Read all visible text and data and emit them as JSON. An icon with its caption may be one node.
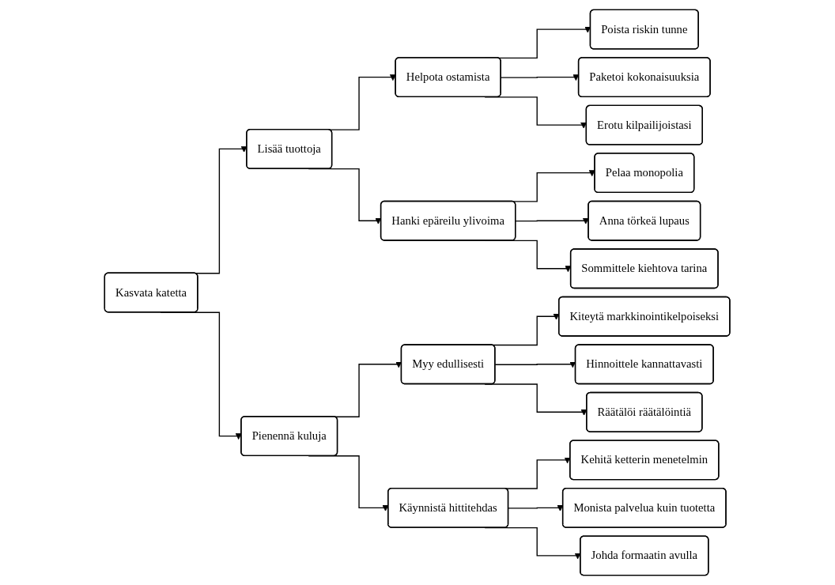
{
  "diagram": {
    "nodes": [
      {
        "text": [
          "Lisää tuottoja"
        ]
      },
      {
        "text": [
          "Kasvata katetta"
        ]
      },
      {
        "text": [
          "Pienennä kuluja"
        ]
      },
      {
        "text": [
          "Helpota ostamista"
        ]
      },
      {
        "text": [
          "Poista riskin tunne"
        ]
      },
      {
        "text": [
          "Paketoi kokonaisuuksia"
        ]
      },
      {
        "text": [
          "Erotu kilpailijoistasi"
        ]
      },
      {
        "text": [
          "Hanki epäreilu ylivoima"
        ]
      },
      {
        "text": [
          "Pelaa monopolia"
        ]
      },
      {
        "text": [
          "Anna törkeä lupaus"
        ]
      },
      {
        "text": [
          "Sommittele kiehtova tarina"
        ]
      },
      {
        "text": [
          "Myy edullisesti"
        ]
      },
      {
        "text": [
          "Kiteytä markkinointikelpoiseksi"
        ]
      },
      {
        "text": [
          "Hinnoittele kannattavasti"
        ]
      },
      {
        "text": [
          "Räätälöi räätälöintiä"
        ]
      },
      {
        "text": [
          "Käynnistä hittitehdas"
        ]
      },
      {
        "text": [
          "Kehitä ketterin menetelmin"
        ]
      },
      {
        "text": [
          "Monista palvelua kuin tuotetta"
        ]
      },
      {
        "text": [
          "Johda formaatin avulla"
        ]
      }
    ],
    "edges": [
      {
        "from": 1,
        "to": 0,
        "arrow": "to"
      },
      {
        "from": 1,
        "to": 2,
        "arrow": "to"
      },
      {
        "from": 0,
        "to": 3,
        "arrow": "to"
      },
      {
        "from": 0,
        "to": 7,
        "arrow": "to"
      },
      {
        "from": 3,
        "to": 4,
        "arrow": "to"
      },
      {
        "from": 3,
        "to": 5,
        "arrow": "to"
      },
      {
        "from": 3,
        "to": 6,
        "arrow": "to"
      },
      {
        "from": 7,
        "to": 8,
        "arrow": "to"
      },
      {
        "from": 7,
        "to": 9,
        "arrow": "to"
      },
      {
        "from": 7,
        "to": 10,
        "arrow": "to"
      },
      {
        "from": 2,
        "to": 11,
        "arrow": "to"
      },
      {
        "from": 2,
        "to": 15,
        "arrow": "to"
      },
      {
        "from": 11,
        "to": 12,
        "arrow": "to"
      },
      {
        "from": 11,
        "to": 13,
        "arrow": "to"
      },
      {
        "from": 11,
        "to": 14,
        "arrow": "to"
      },
      {
        "from": 15,
        "to": 16,
        "arrow": "to"
      },
      {
        "from": 15,
        "to": 17,
        "arrow": "to"
      },
      {
        "from": 15,
        "to": 18,
        "arrow": "to"
      }
    ]
  }
}
